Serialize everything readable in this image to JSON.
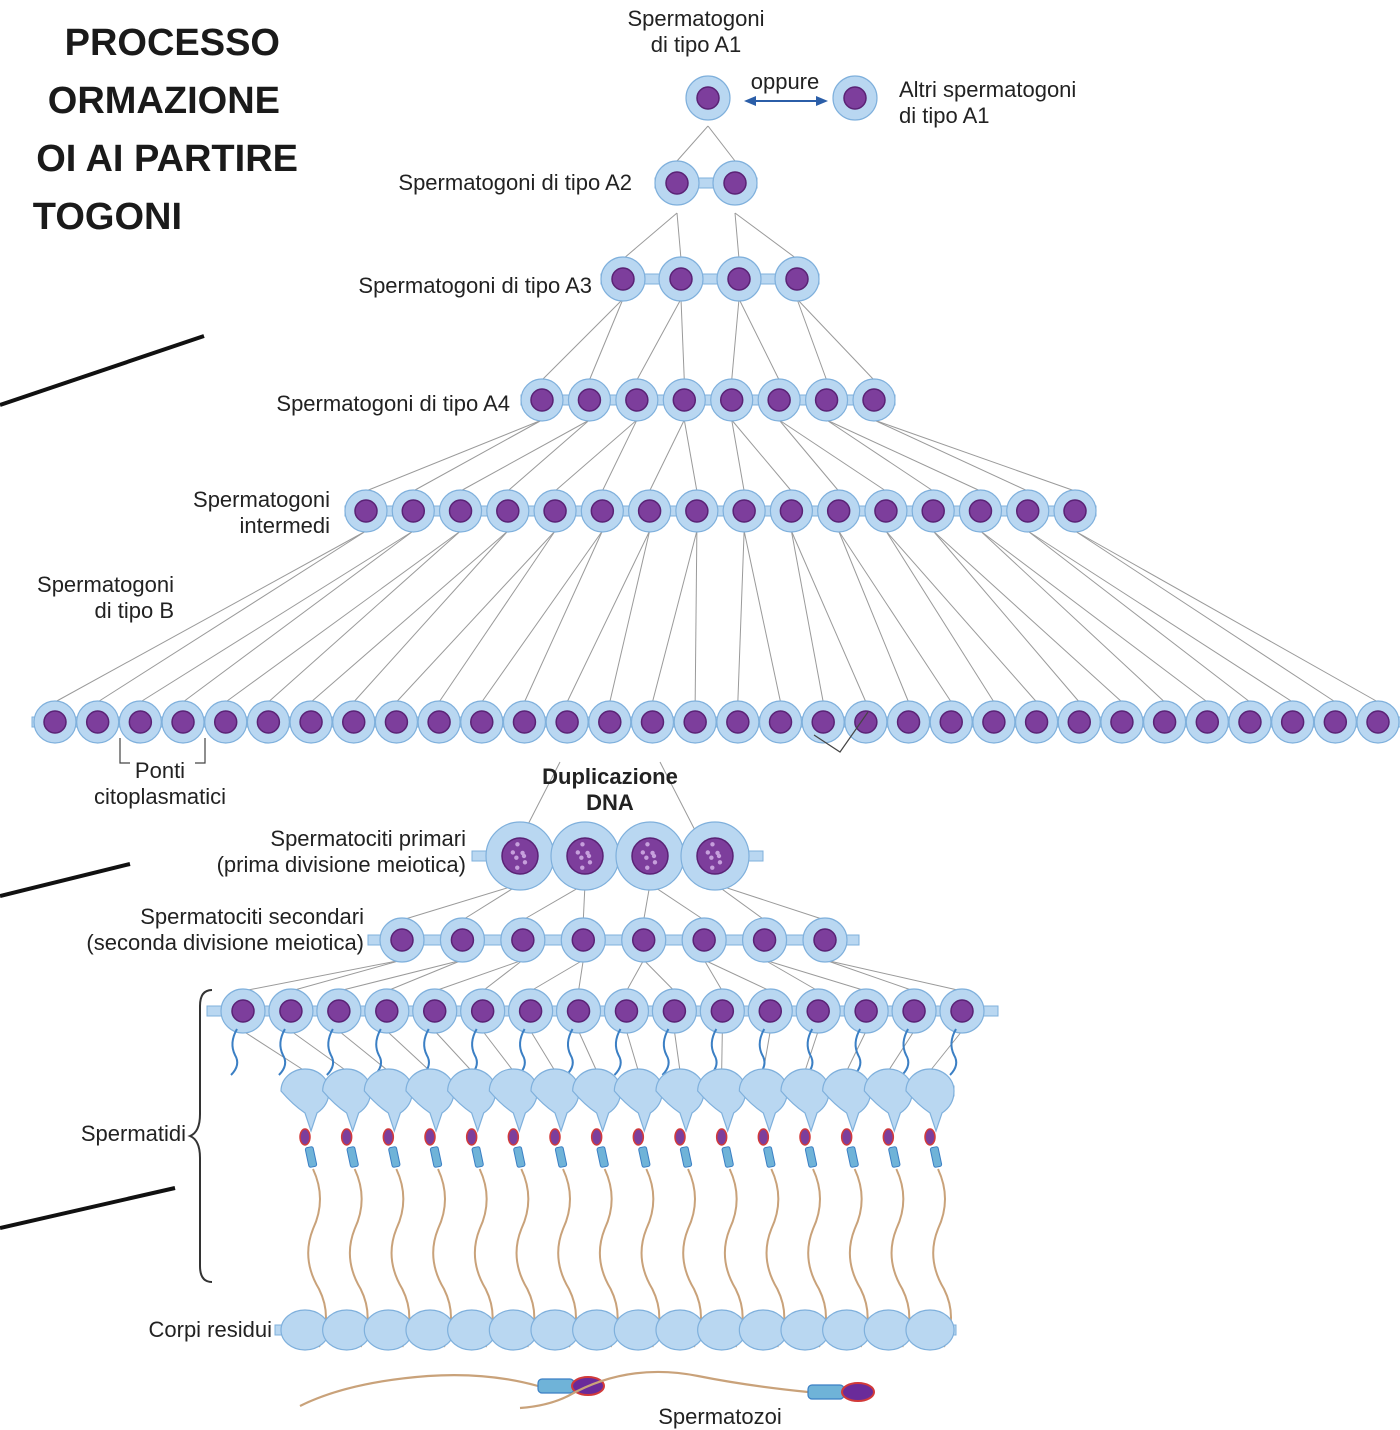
{
  "title_lines": [
    "PROCESSO",
    "ORMAZIONE",
    "OI AI PARTIRE",
    "TOGONI"
  ],
  "labels": {
    "a1_top": "Spermatogoni\ndi tipo A1",
    "oppure": "oppure",
    "a1_other": "Altri spermatogoni\ndi tipo A1",
    "a2": "Spermatogoni di tipo A2",
    "a3": "Spermatogoni di tipo A3",
    "a4": "Spermatogoni di tipo A4",
    "intermedi": "Spermatogoni\nintermedi",
    "tipo_b": "Spermatogoni\ndi tipo B",
    "ponti": "Ponti\ncitoplasmatici",
    "duplicazione": "Duplicazione\nDNA",
    "primari": "Spermatociti primari\n(prima divisione meiotica)",
    "secondari": "Spermatociti secondari\n(seconda divisione meiotica)",
    "spermatidi": "Spermatidi",
    "corpi_residui": "Corpi residui",
    "spermatozoi": "Spermatozoi"
  },
  "colors": {
    "cytoplasm": "#b9d7f1",
    "cytoplasm_edge": "#7fb0dc",
    "nucleus": "#7d3e9c",
    "nucleus_edge": "#5a2275",
    "line": "#9a9a9a",
    "arrow": "#2b5ea8",
    "tail": "#c9a27a"
  }
}
